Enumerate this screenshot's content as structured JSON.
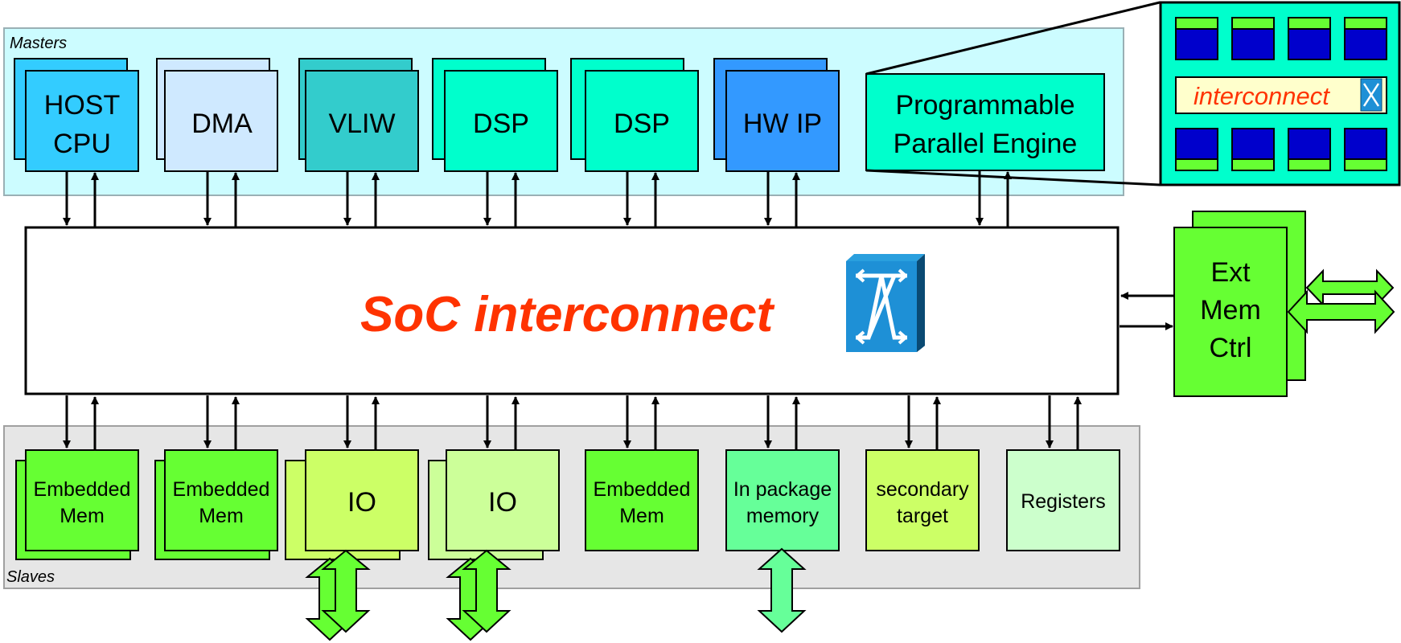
{
  "regions": {
    "masters_label": "Masters",
    "slaves_label": "Slaves"
  },
  "masters": [
    {
      "line1": "HOST",
      "line2": "CPU"
    },
    {
      "line1": "DMA",
      "line2": ""
    },
    {
      "line1": "VLIW",
      "line2": ""
    },
    {
      "line1": "DSP",
      "line2": ""
    },
    {
      "line1": "DSP",
      "line2": ""
    },
    {
      "line1": "HW IP",
      "line2": ""
    }
  ],
  "ppe": {
    "line1": "Programmable",
    "line2": "Parallel Engine"
  },
  "zoom": {
    "interconnect_label": "interconnect"
  },
  "interconnect": {
    "label": "SoC interconnect",
    "icon": "crossbar-switch-icon"
  },
  "ext_mem": {
    "line1": "Ext",
    "line2": "Mem",
    "line3": "Ctrl"
  },
  "slaves": [
    {
      "line1": "Embedded",
      "line2": "Mem"
    },
    {
      "line1": "Embedded",
      "line2": "Mem"
    },
    {
      "line1": "IO",
      "line2": ""
    },
    {
      "line1": "IO",
      "line2": ""
    },
    {
      "line1": "Embedded",
      "line2": "Mem"
    },
    {
      "line1": "In package",
      "line2": "memory"
    },
    {
      "line1": "secondary",
      "line2": "target"
    },
    {
      "line1": "Registers",
      "line2": ""
    }
  ],
  "colors": {
    "masters_bg": "#ccfcff",
    "slaves_bg": "#e6e6e6",
    "host_cpu": "#33ccff",
    "dma": "#cfe9ff",
    "vliw": "#33cccc",
    "dsp": "#00ffcc",
    "hw_ip": "#3399ff",
    "ppe": "#00ffcc",
    "embedded_mem": "#66ff33",
    "io": "#ccff66",
    "io_light": "#ccff99",
    "in_package": "#66ff99",
    "secondary": "#ccff66",
    "registers": "#ccffcc",
    "ext_mem": "#66ff33",
    "title_red": "#ff3300",
    "pe_blue": "#0000cc",
    "pe_green": "#66ff33"
  }
}
